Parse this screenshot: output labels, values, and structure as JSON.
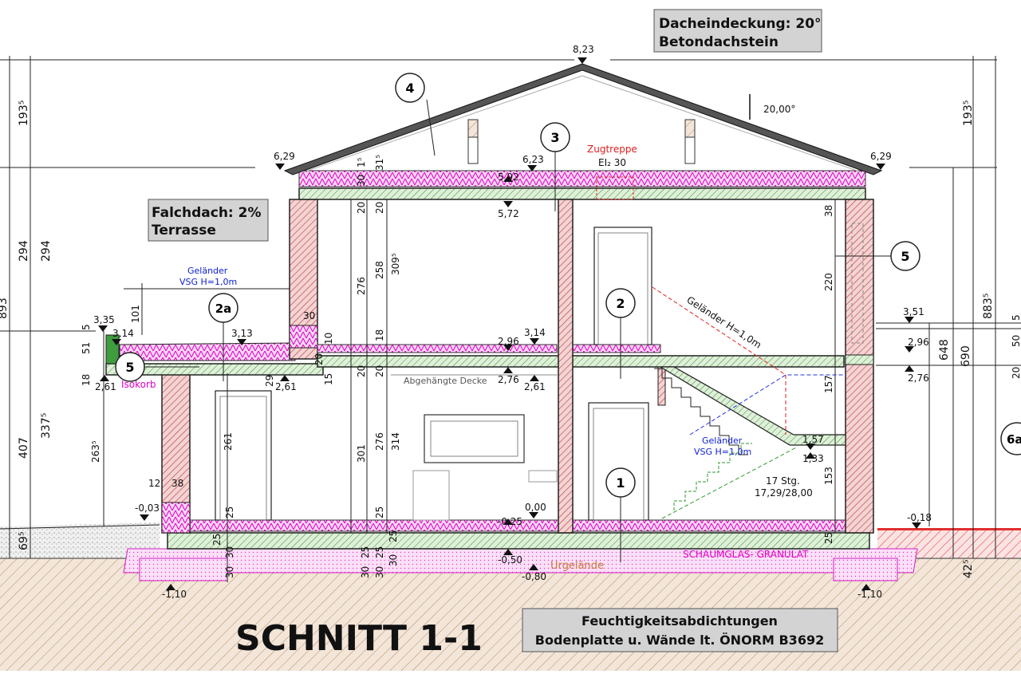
{
  "title": "SCHNITT 1-1",
  "roof_note": {
    "line1": "Dacheindeckung: 20°",
    "line2": "Betondachstein"
  },
  "terrace_note": {
    "line1": "Falchdach: 2%",
    "line2": "Terrasse"
  },
  "waterproofing_note": {
    "line1": "Feuchtigkeitsabdichtungen",
    "line2": "Bodenplatte u. Wände lt. ÖNORM B3692"
  },
  "roof_angle": "20,00°",
  "zugtreppe": {
    "line1": "Zugtreppe",
    "line2": "EI₂ 30"
  },
  "railing_terrace": {
    "line1": "Geländer",
    "line2": "VSG H=1,0m"
  },
  "railing_stair_upper": "Geländer H=1,0m",
  "railing_stair_lower": {
    "line1": "Geländer",
    "line2": "VSG H=1,0m"
  },
  "stairs": {
    "line1": "17 Stg.",
    "line2": "17,29/28,00"
  },
  "isokorb": "Isokorb",
  "abgehaengte_decke": "Abgehängte Decke",
  "schaumglas": "SCHAUMGLAS- GRANULAT",
  "urgelaende": "Urgelände",
  "callouts": [
    "4",
    "3",
    "2a",
    "2",
    "5",
    "5",
    "1",
    "6a"
  ],
  "levels": {
    "ridge": "8,23",
    "eave_left": "6,29",
    "eave_right": "6,29",
    "ceiling_top": "6,23",
    "l592": "5,92",
    "l572": "5,72",
    "terr_top": "3,35",
    "terr_mid": "3,14",
    "terr_in": "3,13",
    "f296": "2,96",
    "f314": "3,14",
    "f276": "2,76",
    "f261": "2,61",
    "terr_bot": "2,61",
    "terr_bot2": "2,61",
    "r351": "3,51",
    "r296": "2,96",
    "r276": "2,76",
    "landing_top": "1,57",
    "landing_bot": "1,33",
    "ground_left": "-0,03",
    "floor": "0,00",
    "f025": "-0,25",
    "f050": "-0,50",
    "f080": "-0,80",
    "ground_right": "-0,18",
    "found_left": "-1,10",
    "found_right": "-1,10"
  },
  "dims": {
    "d193a": "193⁵",
    "d294a": "294",
    "d407": "407",
    "d695": "69⁵",
    "d893": "893",
    "d294b": "294",
    "d3375": "337⁵",
    "d2635": "263⁵",
    "d101": "101",
    "d51": "51",
    "d18": "18",
    "d5": "5",
    "d276a": "276",
    "d258": "258",
    "d3095": "309⁵",
    "d20a": "20",
    "d20b": "20",
    "d30a": "30",
    "d315": "31⁵",
    "d15": "1⁵",
    "d18b": "18",
    "d20c": "20",
    "d20d": "20",
    "d10": "10",
    "d20e": "20",
    "d15b": "15",
    "d29": "29",
    "d30b": "30",
    "d301": "301",
    "d276b": "276",
    "d314": "314",
    "d261": "261",
    "d12": "12",
    "d38": "38",
    "d25a": "25",
    "d25b": "25",
    "d38b": "38",
    "d220": "220",
    "d157": "157",
    "d153": "153",
    "d25c": "25",
    "d30c": "30",
    "d25d": "25",
    "d30d": "30",
    "d25e": "25",
    "d30e": "30",
    "d30f": "30",
    "d25f": "25",
    "d25g": "25",
    "d30g": "30",
    "d1935b": "193⁵",
    "d8835": "883⁵",
    "d648": "648",
    "d690": "690",
    "d425": "42⁵",
    "d50": "50",
    "d20f": "20",
    "d5b": "5"
  }
}
